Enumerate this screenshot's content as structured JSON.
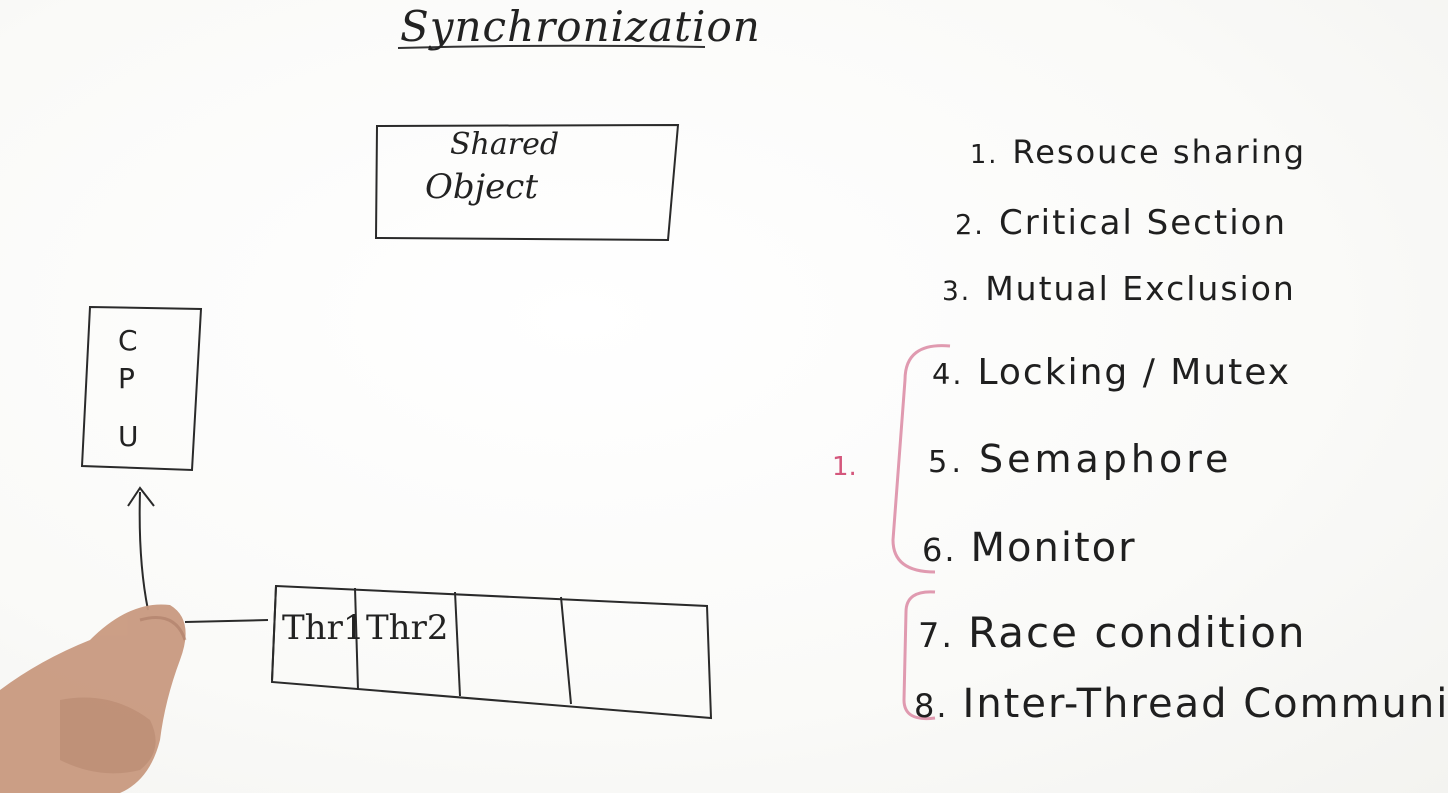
{
  "title": "Synchronization",
  "shared_object": {
    "line1": "Shared",
    "line2": "Object"
  },
  "cpu": {
    "letters": [
      "C",
      "P",
      "U"
    ]
  },
  "thread_queue": {
    "slots": [
      "Thr1",
      "Thr2",
      "",
      ""
    ]
  },
  "topics": [
    {
      "number": "1.",
      "label": "Resouce sharing"
    },
    {
      "number": "2.",
      "label": "Critical Section"
    },
    {
      "number": "3.",
      "label": "Mutual Exclusion"
    },
    {
      "number": "4.",
      "label": "Locking / Mutex"
    },
    {
      "number": "5.",
      "label": "Semaphore"
    },
    {
      "number": "6.",
      "label": "Monitor"
    },
    {
      "number": "7.",
      "label": "Race condition"
    },
    {
      "number": "8.",
      "label": "Inter-Thread Communicati"
    }
  ],
  "group_marker": "1.",
  "colors": {
    "ink": "#222222",
    "marker_pink": "#d4577c"
  }
}
